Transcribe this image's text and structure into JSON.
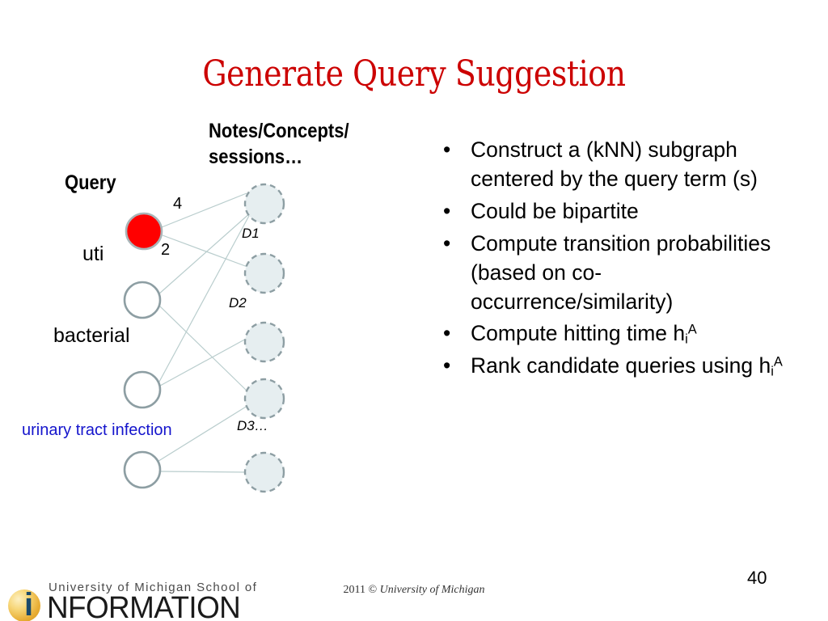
{
  "slide": {
    "title": "Generate Query Suggestion",
    "page_number": "40",
    "title_color": "#CC0000"
  },
  "diagram": {
    "headings": {
      "left": "Query",
      "right": "Notes/Concepts/\nsessions…"
    },
    "query_nodes": [
      {
        "label": "uti",
        "color": "#FF0000",
        "highlighted": "true"
      },
      {
        "label": "bacterial",
        "color": "#FFFFFF",
        "highlighted": "false"
      },
      {
        "label": "",
        "color": "#FFFFFF",
        "highlighted": "false"
      },
      {
        "label": "",
        "color": "#FFFFFF",
        "highlighted": "false"
      }
    ],
    "query_expansion_label": "urinary tract infection",
    "query_expansion_color": "#1414CC",
    "doc_nodes": [
      {
        "label": "D1"
      },
      {
        "label": "D2"
      },
      {
        "label": ""
      },
      {
        "label": "D3…"
      },
      {
        "label": ""
      }
    ],
    "edge_weights": [
      {
        "value": "4"
      },
      {
        "value": "2"
      }
    ],
    "edge_color": "#b9cdcd",
    "doc_node_fill": "#e6eef0",
    "node_stroke": "#8d9ea3"
  },
  "bullets": [
    {
      "text": "Construct a (kNN) subgraph centered by the query term (s)",
      "marker": "•"
    },
    {
      "text": "Could be bipartite",
      "marker": "•"
    },
    {
      "text": "Compute transition probabilities (based on co-occurrence/similarity)",
      "marker": "•"
    },
    {
      "text_pre": "Compute hitting time h",
      "sub": "i",
      "sup": "A",
      "text_post": "",
      "marker": "•"
    },
    {
      "text_pre": "Rank candidate queries using h",
      "sub": "i",
      "sup": "A",
      "text_post": "",
      "marker": "•"
    }
  ],
  "footer": {
    "year_copy": "2011 © ",
    "institution": "University of Michigan"
  },
  "logo": {
    "top_line": "University of Michigan School of",
    "bottom_letter": "i",
    "bottom_line": "NFORMATION",
    "ball_color": "#e8ad34"
  }
}
